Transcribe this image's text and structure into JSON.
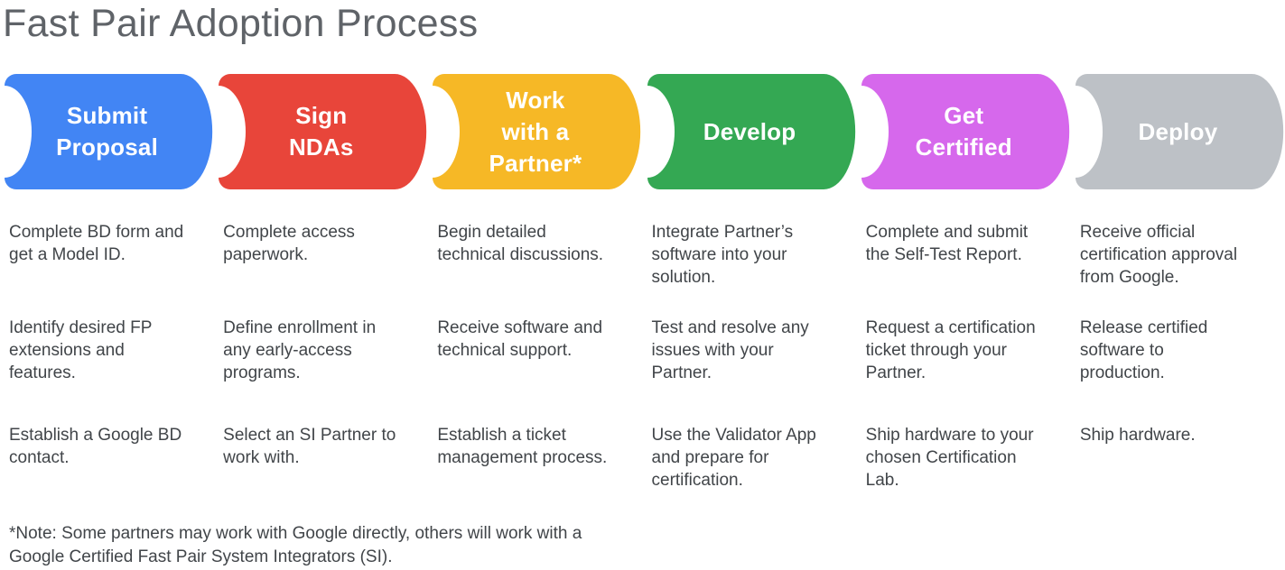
{
  "title": "Fast Pair Adoption Process",
  "steps": [
    {
      "label": "Submit\nProposal",
      "color": "#4285F4",
      "items": [
        "Complete BD form and\nget a Model ID.",
        "Identify desired FP\nextensions and\nfeatures.",
        "Establish a Google BD\ncontact."
      ]
    },
    {
      "label": "Sign\nNDAs",
      "color": "#E8453A",
      "items": [
        "Complete access\npaperwork.",
        "Define enrollment in\nany early-access\nprograms.",
        "Select an SI Partner to\nwork with."
      ]
    },
    {
      "label": "Work\nwith a\nPartner*",
      "color": "#F6B826",
      "items": [
        "Begin detailed\ntechnical discussions.",
        "Receive software and\ntechnical support.",
        "Establish a ticket\nmanagement process."
      ]
    },
    {
      "label": "Develop",
      "color": "#34A853",
      "items": [
        "Integrate Partner’s\nsoftware into your\nsolution.",
        "Test and resolve any\nissues with your\nPartner.",
        "Use the Validator App\nand prepare for\ncertification."
      ]
    },
    {
      "label": "Get\nCertified",
      "color": "#D668EC",
      "items": [
        "Complete and submit\nthe Self-Test Report.",
        "Request a certification\nticket through your\nPartner.",
        "Ship hardware to your\nchosen Certification\nLab."
      ]
    },
    {
      "label": "Deploy",
      "color": "#BDC1C6",
      "items": [
        "Receive official\ncertification approval\nfrom Google.",
        "Release certified\nsoftware to\nproduction.",
        "Ship hardware."
      ]
    }
  ],
  "footnote": "*Note: Some partners may work with Google directly, others will work with a\nGoogle Certified Fast Pair System Integrators (SI)."
}
